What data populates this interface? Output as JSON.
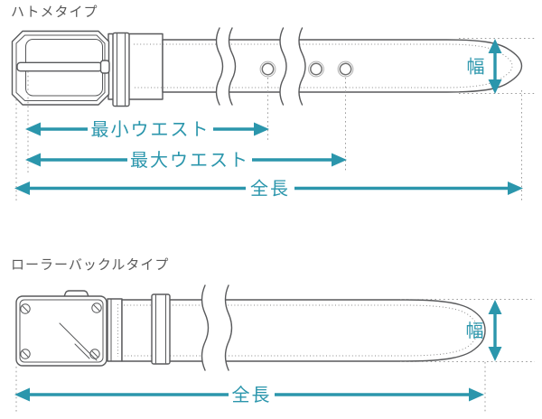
{
  "colors": {
    "accent": "#2b96ac",
    "outline": "#58595b",
    "guide": "#9b9b9b",
    "background": "#ffffff"
  },
  "sections": {
    "hatome": {
      "title": "ハトメタイプ",
      "labels": {
        "min_waist": "最小ウエスト",
        "max_waist": "最大ウエスト",
        "total_length": "全長",
        "width": "幅"
      }
    },
    "roller": {
      "title": "ローラーバックルタイプ",
      "labels": {
        "total_length": "全長",
        "width": "幅"
      }
    }
  }
}
